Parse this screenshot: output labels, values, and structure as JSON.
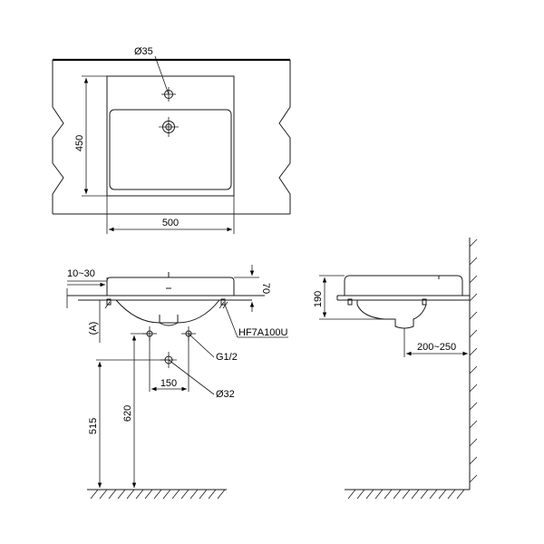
{
  "labels": {
    "hole_dia": "Ø35",
    "depth": "450",
    "width": "500",
    "lip": "10~30",
    "height_70": "70",
    "valve_model": "HF7A100U",
    "offset_a": "(A)",
    "supply_thread": "G1/2",
    "supply_spacing": "150",
    "drain_dia": "Ø32",
    "height_515": "515",
    "height_620": "620",
    "side_height": "190",
    "wall_distance": "200~250"
  }
}
